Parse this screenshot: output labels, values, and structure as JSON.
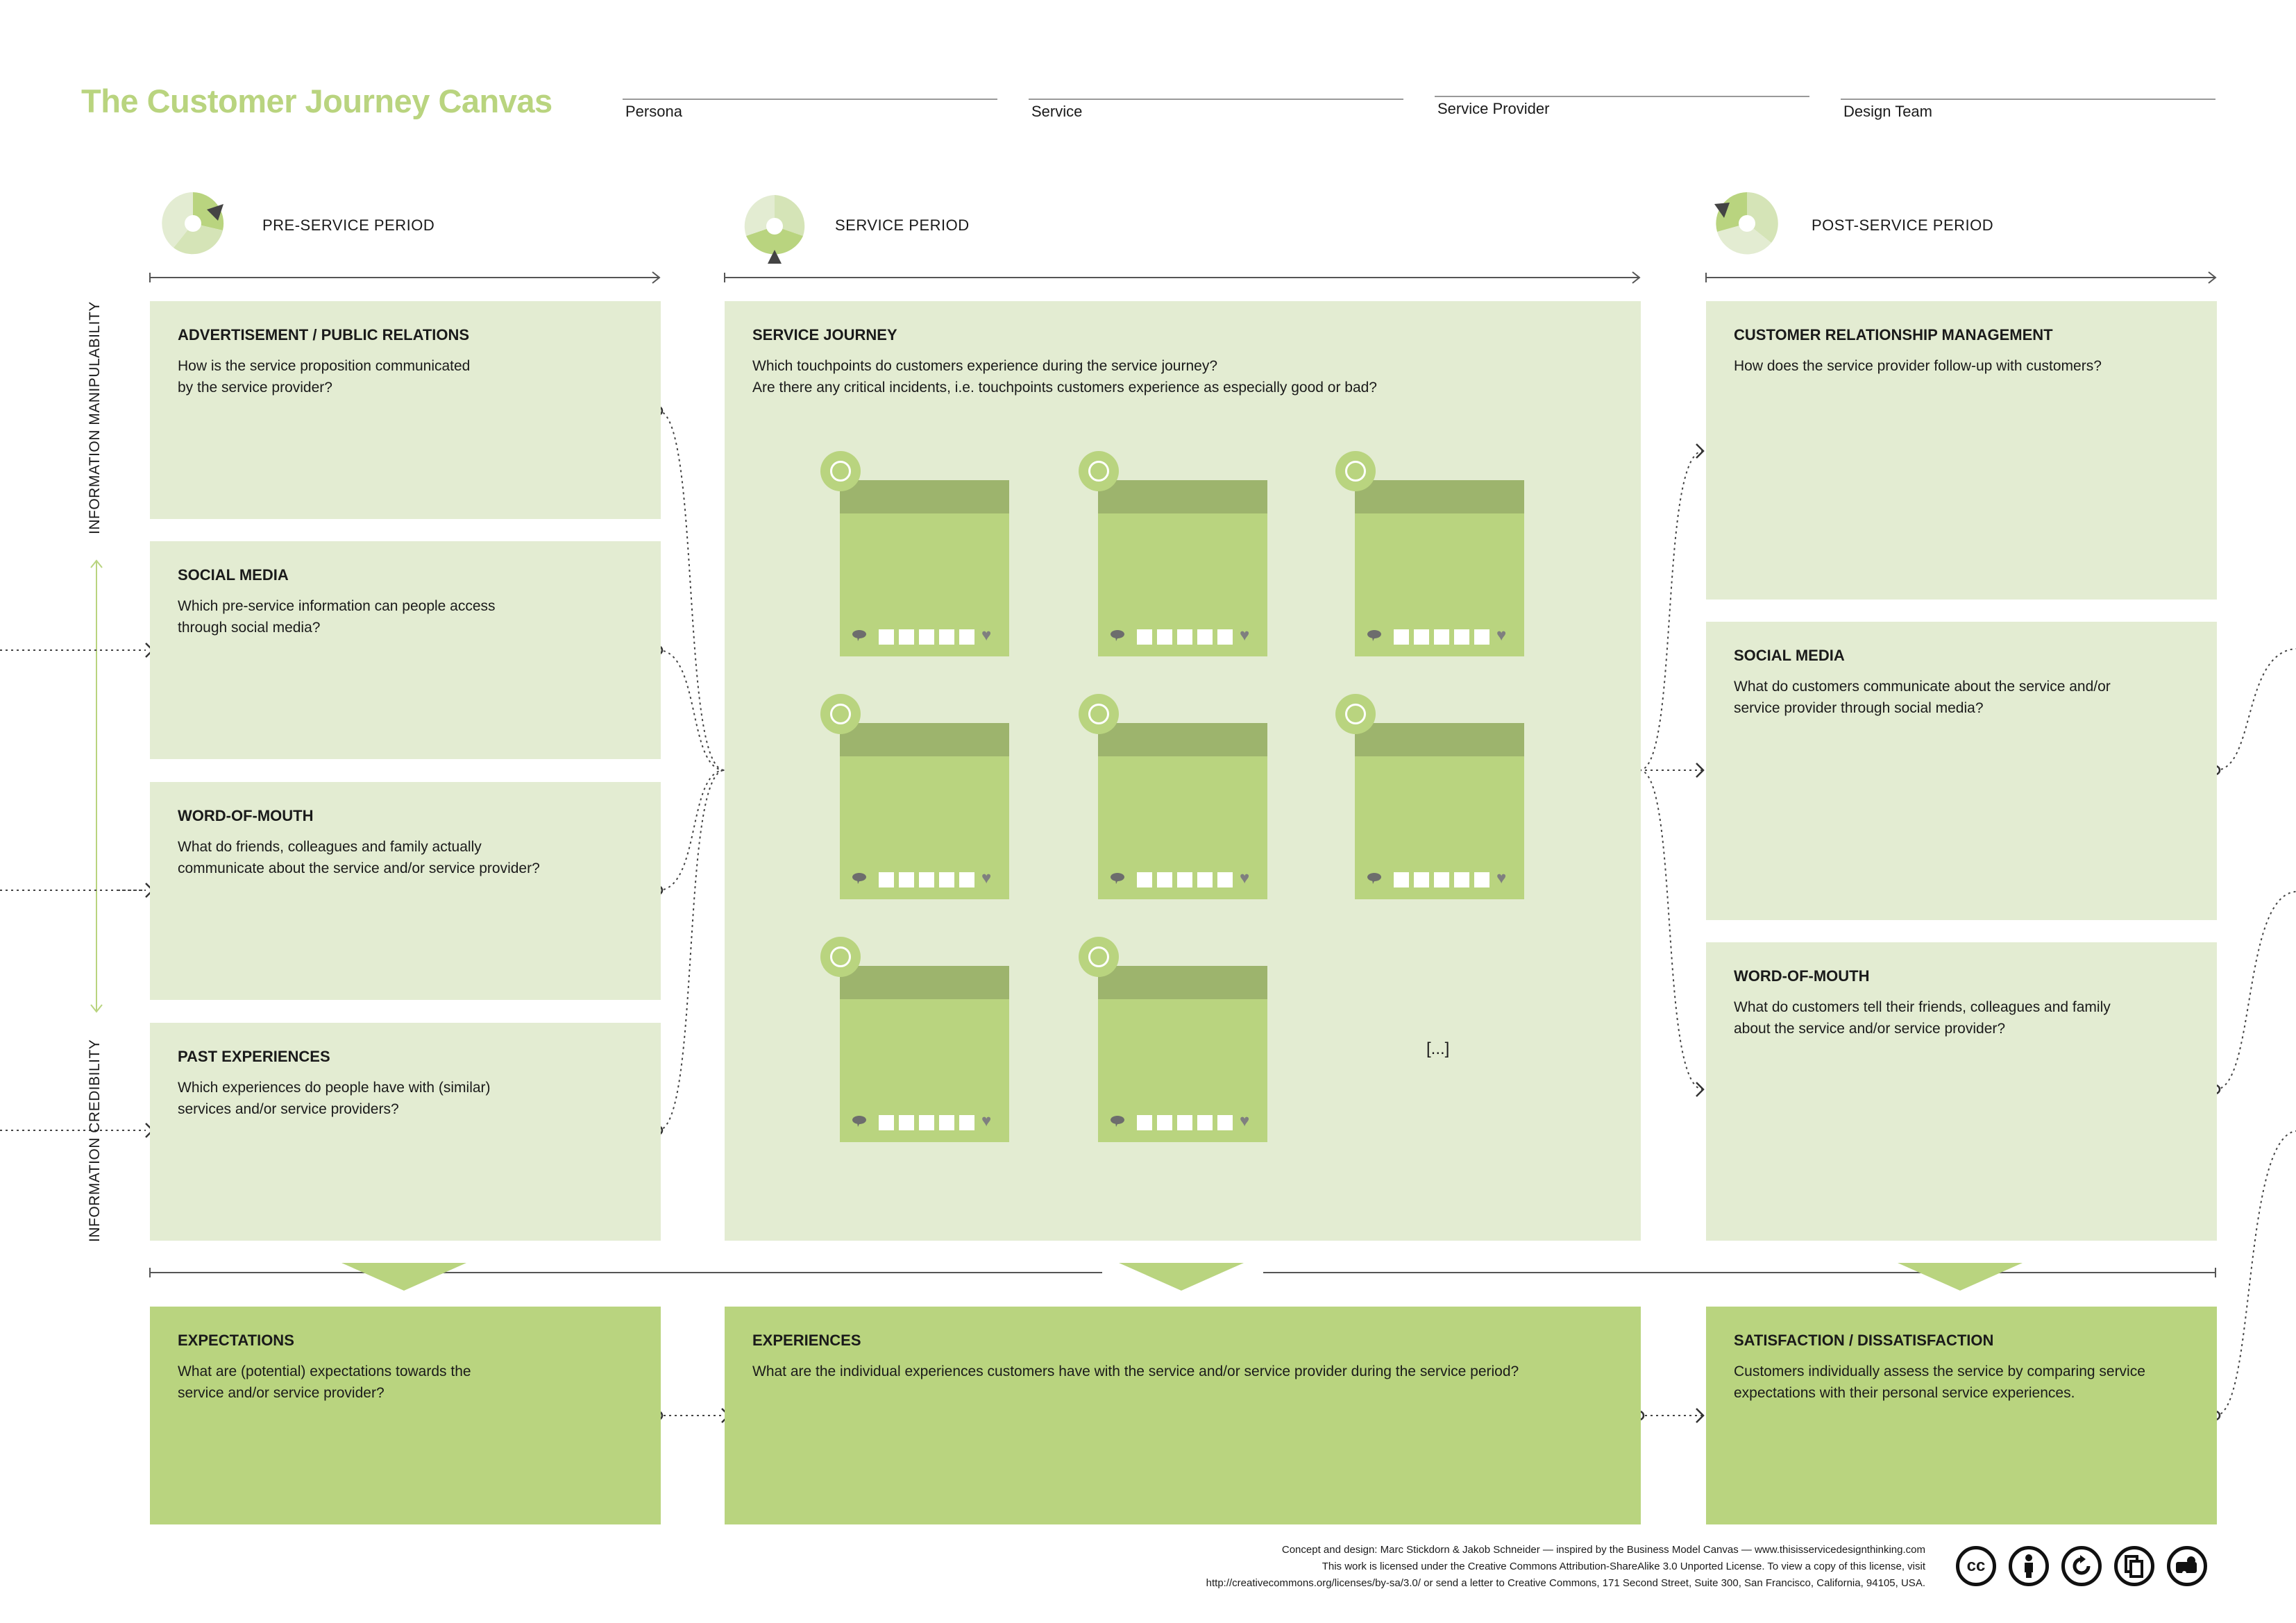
{
  "title": "The Customer Journey Canvas",
  "header_fields": [
    "Persona",
    "Service",
    "Service Provider",
    "Design Team"
  ],
  "periods": {
    "pre": "PRE-SERVICE PERIOD",
    "service": "SERVICE PERIOD",
    "post": "POST-SERVICE PERIOD"
  },
  "axis_labels": {
    "top": "INFORMATION MANIPULABILITY",
    "bottom": "INFORMATION CREDIBILITY"
  },
  "pre_boxes": [
    {
      "title": "ADVERTISEMENT / PUBLIC RELATIONS",
      "lines": [
        "How is the service proposition communicated",
        "by the service provider?"
      ]
    },
    {
      "title": "SOCIAL MEDIA",
      "lines": [
        "Which pre-service information can people access",
        "through social media?"
      ]
    },
    {
      "title": "WORD-OF-MOUTH",
      "lines": [
        "What do friends, colleagues and family actually",
        "communicate about the service and/or service provider?"
      ]
    },
    {
      "title": "PAST EXPERIENCES",
      "lines": [
        "Which experiences do people have with (similar)",
        "services and/or service providers?"
      ]
    }
  ],
  "service_journey": {
    "title": "SERVICE JOURNEY",
    "lines": [
      "Which touchpoints do customers experience during the service journey?",
      "Are there any critical incidents, i.e. touchpoints customers experience as especially good or bad?"
    ],
    "more": "[...]"
  },
  "post_boxes": [
    {
      "title": "CUSTOMER RELATIONSHIP MANAGEMENT",
      "lines": [
        "How does the service provider follow-up with customers?"
      ]
    },
    {
      "title": "SOCIAL MEDIA",
      "lines": [
        "What do customers communicate about the service and/or",
        "service provider through social media?"
      ]
    },
    {
      "title": "WORD-OF-MOUTH",
      "lines": [
        "What do customers tell their friends, colleagues and family",
        "about the service and/or service provider?"
      ]
    }
  ],
  "bottom_boxes": [
    {
      "title": "EXPECTATIONS",
      "lines": [
        "What are (potential) expectations towards the",
        "service and/or service provider?"
      ]
    },
    {
      "title": "EXPERIENCES",
      "lines": [
        "What are the individual experiences customers have with the service and/or service provider during the service period?"
      ]
    },
    {
      "title": "SATISFACTION / DISSATISFACTION",
      "lines": [
        "Customers individually assess the service by comparing service",
        "expectations with their personal service experiences."
      ]
    }
  ],
  "footer": [
    "Concept and design: Marc Stickdorn & Jakob Schneider — inspired by the Business Model Canvas — www.thisisservicedesignthinking.com",
    "This work is licensed under the Creative Commons Attribution-ShareAlike 3.0 Unported License. To view a copy of this license, visit",
    "http://creativecommons.org/licenses/by-sa/3.0/ or send a letter to Creative Commons, 171 Second Street, Suite 300, San Francisco, California, 94105, USA."
  ],
  "license_icons": [
    "cc-icon",
    "attribution-icon",
    "share-alike-icon",
    "copy-icon",
    "commercial-icon"
  ],
  "colors": {
    "light_green": "#e3ecd2",
    "green": "#b9d47f",
    "dark_green": "#9db46d",
    "title_green": "#b9d47f"
  }
}
